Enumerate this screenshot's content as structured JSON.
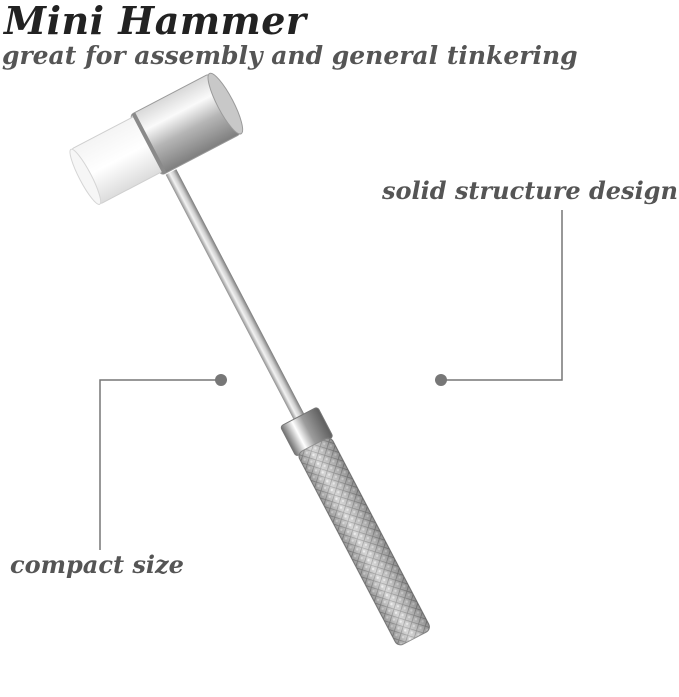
{
  "heading": {
    "title": "Mini Hammer",
    "subtitle": "great for assembly and general tinkering"
  },
  "callouts": {
    "solid_structure": "solid structure design",
    "compact_size": "compact size"
  },
  "colors": {
    "title": "#222222",
    "label": "#555555",
    "leader_line": "#777777",
    "leader_dot": "#777777"
  }
}
